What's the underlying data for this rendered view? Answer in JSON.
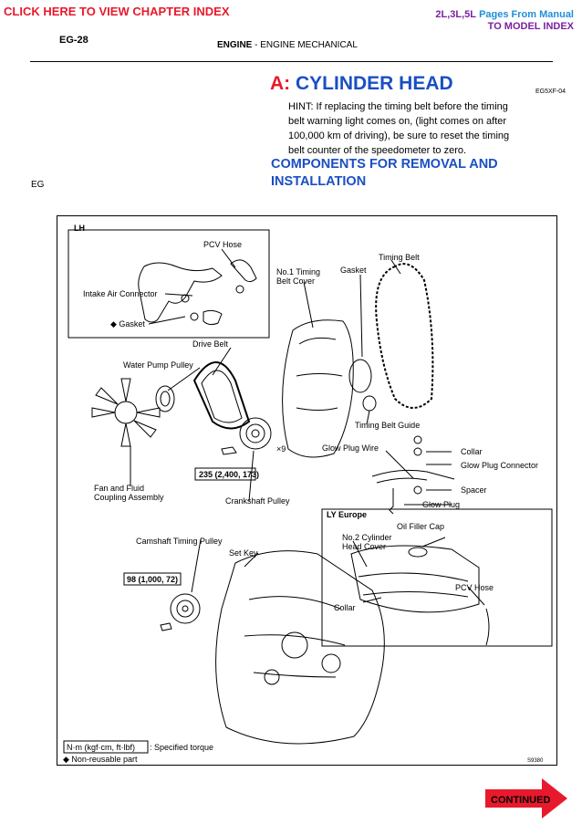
{
  "nav": {
    "chapter_index": "CLICK HERE TO VIEW CHAPTER INDEX",
    "model_prefix": "2L,3L,5L",
    "model_suffix": "Pages From Manual",
    "model_index": "TO MODEL INDEX",
    "continued": "CONTINUED"
  },
  "header": {
    "page_number": "EG-28",
    "section": "ENGINE",
    "subsection": " - ENGINE MECHANICAL",
    "side_tag": "EG"
  },
  "section": {
    "prefix": "A:",
    "title": " CYLINDER HEAD",
    "code": "EG5XF-04",
    "hint": "HINT: If replacing the timing belt before the timing belt warning light comes on, (light comes on after 100,000 km of driving), be sure to reset the timing belt counter of the speedometer to zero.",
    "components_title": "COMPONENTS FOR REMOVAL AND INSTALLATION"
  },
  "figure": {
    "lh": "LH",
    "pcv_hose": "PCV Hose",
    "intake_connector": "Intake Air Connector",
    "gasket_lh": "◆ Gasket",
    "no1_cover": [
      "No.1 Timing",
      "Belt Cover"
    ],
    "gasket": "Gasket",
    "timing_belt": "Timing Belt",
    "drive_belt": "Drive Belt",
    "water_pump_pulley": "Water Pump Pulley",
    "timing_belt_guide": "Timing Belt Guide",
    "x9": "×9",
    "glow_plug_wire": "Glow Plug Wire",
    "collar": "Collar",
    "glow_plug_connector": "Glow Plug Connector",
    "spacer": "Spacer",
    "glow_plug": "Glow Plug",
    "torque_235": "235 (2,400, 173)",
    "fan_coupling": [
      "Fan and Fluid",
      "Coupling Assembly"
    ],
    "crankshaft_pulley": "Crankshaft Pulley",
    "ly_europe": "LY Europe",
    "oil_filler_cap": "Oil Filler Cap",
    "no2_cover": [
      "No.2 Cylinder",
      "Head Cover"
    ],
    "camshaft_pulley": "Camshaft Timing Pulley",
    "set_key": "Set Key",
    "torque_98": "98 (1,000, 72)",
    "pcv_hose_ly": "PCV Hose",
    "collar_ly": "Collar",
    "legend_torque_box": "N·m (kgf·cm, ft·lbf)",
    "legend_torque_text": ": Specified torque",
    "legend_nonreusable": "◆ Non-reusable part",
    "fig_code": "S9380"
  }
}
